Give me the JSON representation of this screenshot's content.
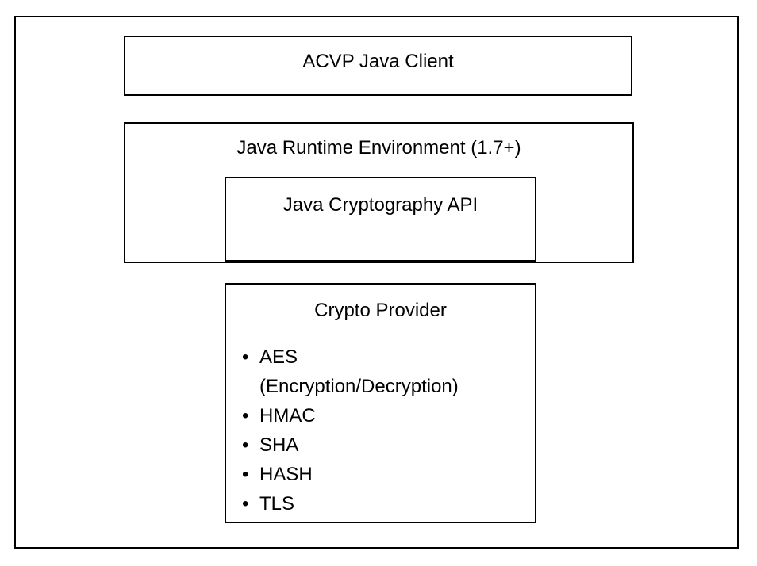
{
  "diagram": {
    "colors": {
      "border": "#000000",
      "background": "#ffffff",
      "text": "#000000"
    },
    "bullet_glyph": "•",
    "acvp_client": {
      "label": "ACVP Java Client"
    },
    "jre": {
      "label": "Java Runtime Environment (1.7+)"
    },
    "crypto_api": {
      "label": "Java Cryptography API"
    },
    "crypto_provider": {
      "title": "Crypto Provider",
      "list": [
        {
          "text": "AES",
          "bullet": true
        },
        {
          "text": "(Encryption/Decryption)",
          "bullet": false
        },
        {
          "text": "HMAC",
          "bullet": true
        },
        {
          "text": "SHA",
          "bullet": true
        },
        {
          "text": "HASH",
          "bullet": true
        },
        {
          "text": "TLS",
          "bullet": true
        }
      ]
    }
  }
}
